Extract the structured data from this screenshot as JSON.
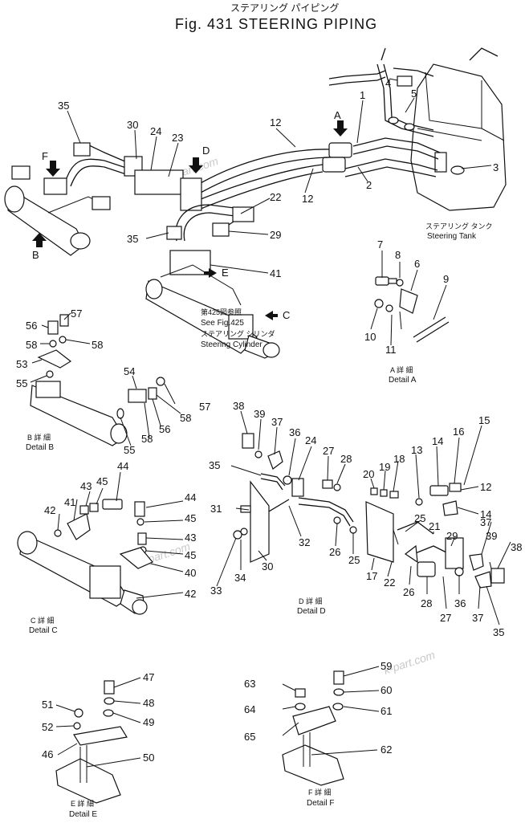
{
  "title": {
    "jp": "ステアリング パイピング",
    "en": "Fig. 431  STEERING PIPING"
  },
  "watermark": "k-part.com",
  "main": {
    "callouts": [
      "35",
      "30",
      "24",
      "23",
      "12",
      "1",
      "4",
      "5",
      "3",
      "F",
      "D",
      "A",
      "2",
      "12",
      "22",
      "29",
      "35",
      "41",
      "E",
      "C",
      "B"
    ],
    "steering_tank_jp": "ステアリング タンク",
    "steering_tank": "Steering Tank",
    "steering_cylinder_jp": "ステアリング シリンダ",
    "steering_cylinder": "Steering Cylinder",
    "see_fig_jp": "第425図参照",
    "see_fig": "See Fig.425"
  },
  "details": {
    "A": {
      "label_jp": "A 詳 細",
      "label": "Detail A",
      "callouts": [
        "7",
        "8",
        "6",
        "9",
        "10",
        "11"
      ]
    },
    "B": {
      "label_jp": "B 詳 細",
      "label": "Detail B",
      "callouts": [
        "57",
        "56",
        "58",
        "58",
        "53",
        "55",
        "54",
        "57",
        "58",
        "56",
        "58",
        "55"
      ]
    },
    "C": {
      "label_jp": "C 詳 細",
      "label": "Detail C",
      "callouts": [
        "44",
        "45",
        "43",
        "41",
        "42",
        "44",
        "45",
        "43",
        "45",
        "40",
        "42"
      ]
    },
    "D": {
      "label_jp": "D 詳 細",
      "label": "Detail D",
      "callouts": [
        "38",
        "39",
        "37",
        "36",
        "24",
        "27",
        "28",
        "20",
        "19",
        "18",
        "13",
        "14",
        "16",
        "15",
        "35",
        "12",
        "14",
        "31",
        "32",
        "30",
        "34",
        "33",
        "26",
        "25",
        "25",
        "17",
        "22",
        "21",
        "29",
        "37",
        "39",
        "38",
        "26",
        "28",
        "27",
        "36",
        "37",
        "35"
      ]
    },
    "E": {
      "label_jp": "E 詳 細",
      "label": "Detail E",
      "callouts": [
        "47",
        "48",
        "49",
        "51",
        "52",
        "46",
        "50"
      ]
    },
    "F": {
      "label_jp": "F 詳 細",
      "label": "Detail F",
      "callouts": [
        "59",
        "60",
        "61",
        "63",
        "64",
        "65",
        "62"
      ]
    }
  }
}
